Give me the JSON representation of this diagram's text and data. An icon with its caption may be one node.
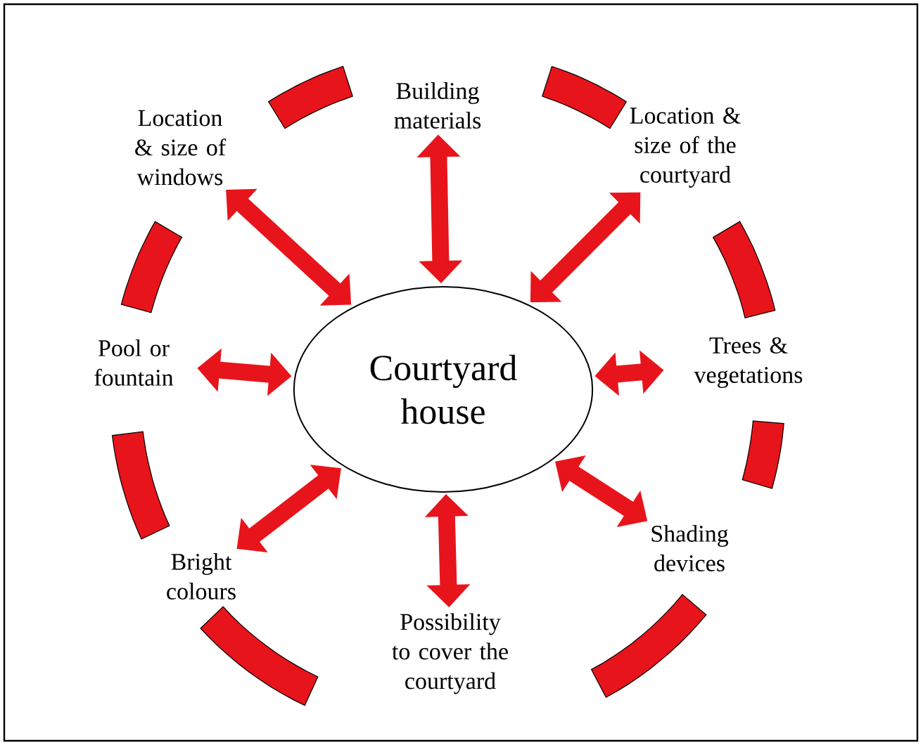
{
  "diagram": {
    "nodes": [
      {
        "text": [
          "Courtyard house"
        ]
      },
      {
        "text": [
          "Building materials"
        ]
      },
      {
        "text": [
          "Location & size of the courtyard"
        ]
      },
      {
        "text": [
          "Trees & vegetations"
        ]
      },
      {
        "text": [
          "Shading devices"
        ]
      },
      {
        "text": [
          "Possibility to cover the courtyard"
        ]
      },
      {
        "text": [
          "Bright colours"
        ]
      },
      {
        "text": [
          "Pool or fountain"
        ]
      },
      {
        "text": [
          "Location & size of windows"
        ]
      }
    ],
    "edges": [
      {
        "from": 0,
        "to": 1,
        "arrow": "both"
      },
      {
        "from": 0,
        "to": 2,
        "arrow": "both"
      },
      {
        "from": 0,
        "to": 3,
        "arrow": "both"
      },
      {
        "from": 0,
        "to": 4,
        "arrow": "both"
      },
      {
        "from": 0,
        "to": 5,
        "arrow": "both"
      },
      {
        "from": 0,
        "to": 6,
        "arrow": "both"
      },
      {
        "from": 0,
        "to": 7,
        "arrow": "both"
      },
      {
        "from": 0,
        "to": 8,
        "arrow": "both"
      }
    ]
  }
}
